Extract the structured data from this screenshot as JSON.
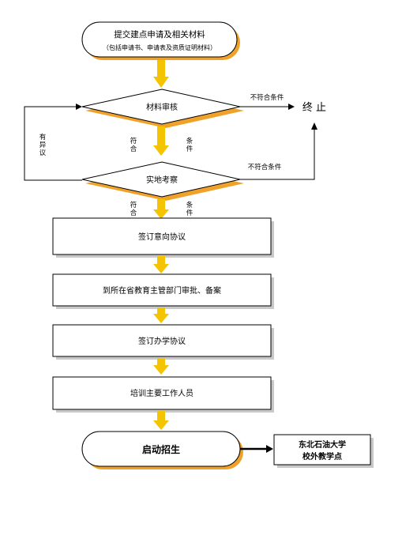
{
  "colors": {
    "arrow_yellow": "#f5c400",
    "shadow_orange": "#f0a12a",
    "box_shadow": "#c9c9c9",
    "stroke": "#000000"
  },
  "flow": {
    "start": {
      "title": "提交建点申请及相关材料",
      "subtitle": "（包括申请书、申请表及资质证明材料）"
    },
    "review": {
      "label": "材料审核"
    },
    "fail_1": "不符合条件",
    "terminate": "终 止",
    "retry": [
      "有",
      "异",
      "议"
    ],
    "pass_1": {
      "left": [
        "符",
        "合"
      ],
      "right": [
        "条",
        "件"
      ]
    },
    "site_check": {
      "label": "实地考察"
    },
    "fail_2": "不符合条件",
    "pass_2": {
      "left": [
        "符",
        "合"
      ],
      "right": [
        "条",
        "件"
      ]
    },
    "steps": [
      "签订意向协议",
      "到所在省教育主管部门审批、备案",
      "签订办学协议",
      "培训主要工作人员"
    ],
    "end": {
      "label": "启动招生"
    },
    "side_box": {
      "line1": "东北石油大学",
      "line2": "校外教学点"
    }
  }
}
